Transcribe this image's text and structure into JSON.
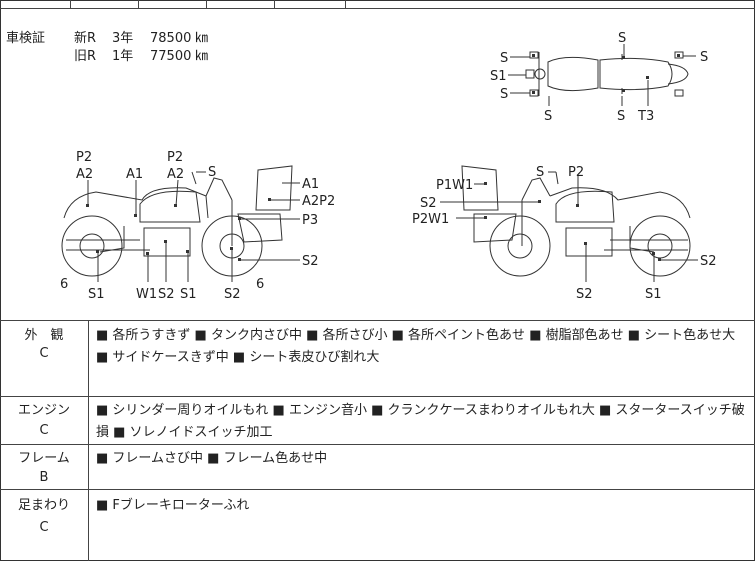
{
  "inspection": {
    "label": "車検証",
    "new_r": "新R",
    "old_r": "旧R",
    "new_years": "3年",
    "old_years": "1年",
    "new_km": "78500",
    "old_km": "77500",
    "unit": "㎞"
  },
  "diagram": {
    "top_view": {
      "labels": [
        "S",
        "S",
        "S",
        "S1",
        "S",
        "S",
        "S",
        "T3"
      ]
    },
    "left_view": {
      "labels": [
        "P2",
        "A2",
        "A1",
        "P2",
        "A2",
        "S",
        "A1",
        "A2P2",
        "P3",
        "S2",
        "6",
        "S1",
        "W1",
        "S2",
        "S1",
        "S2",
        "6"
      ]
    },
    "right_view": {
      "labels": [
        "P1W1",
        "S2",
        "P2W1",
        "S",
        "P2",
        "S2",
        "S2",
        "S1"
      ]
    }
  },
  "sections": [
    {
      "label": "外　観",
      "grade": "C",
      "text": "■ 各所うすきず ■ タンク内さび中 ■ 各所さび小 ■ 各所ペイント色あせ ■ 樹脂部色あせ ■ シート色あせ大 ■ サイドケースきず中 ■ シート表皮ひび割れ大"
    },
    {
      "label": "エンジン",
      "grade": "C",
      "text": "■ シリンダー周りオイルもれ ■ エンジン音小 ■ クランクケースまわりオイルもれ大 ■ スタータースイッチ破損 ■ ソレノイドスイッチ加工"
    },
    {
      "label": "フレーム",
      "grade": "B",
      "text": "■ フレームさび中 ■ フレーム色あせ中"
    },
    {
      "label": "足まわり",
      "grade": "C",
      "text": "■ Fブレーキローターふれ"
    }
  ]
}
